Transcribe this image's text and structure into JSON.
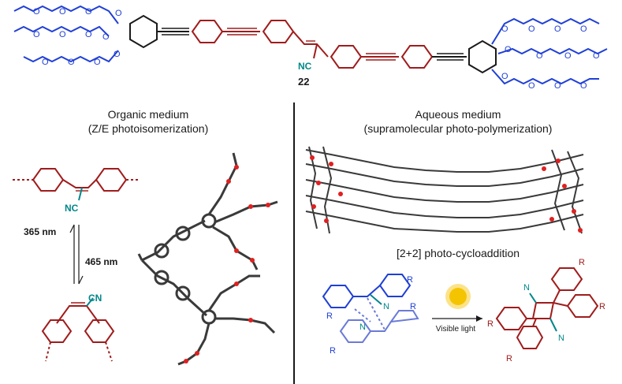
{
  "compound_number": "22",
  "atoms": {
    "oxygen": "O",
    "cyano_top": "NC",
    "cyano_z": "NC",
    "cyano_e": "CN",
    "methyl_ends": [
      "—",
      "—",
      "—",
      "—",
      "—",
      "—"
    ],
    "nitrogen": "N",
    "r_group": "R"
  },
  "left_panel": {
    "title_line1": "Organic medium",
    "title_line2": "(Z/E photoisomerization)",
    "forward_wavelength": "365 nm",
    "reverse_wavelength": "465 nm"
  },
  "right_panel": {
    "title_line1": "Aqueous medium",
    "title_line2": "(supramolecular photo-polymerization)",
    "reaction_label": "[2+2] photo-cycloaddition",
    "condition_label": "Visible light"
  },
  "colors": {
    "core_red": "#a01c1c",
    "chain_blue": "#1f3fd6",
    "cyano_teal": "#00878a",
    "sun_yellow": "#f5c400",
    "stick_gray": "#3a3a3a",
    "oxygen_red": "#e02020"
  }
}
